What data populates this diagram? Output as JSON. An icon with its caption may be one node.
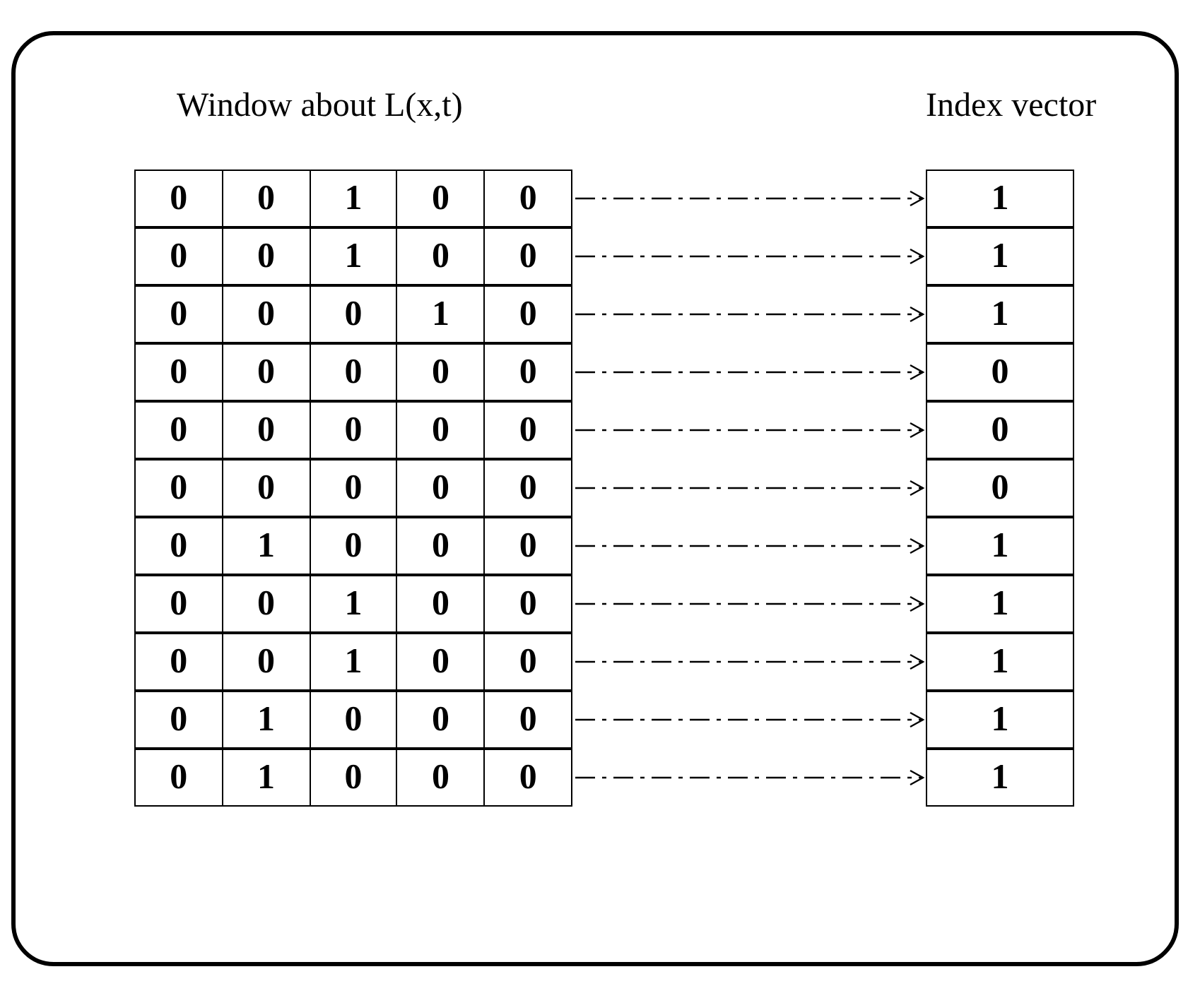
{
  "diagram": {
    "nodes": [
      {
        "text": [
          "Window about L(x,t)"
        ]
      },
      {
        "text": [
          "0",
          "0",
          "1",
          "0",
          "0"
        ],
        "in": 0
      },
      {
        "text": [
          "0",
          "0",
          "1",
          "0",
          "0"
        ],
        "in": 0
      },
      {
        "text": [
          "0",
          "0",
          "0",
          "1",
          "0"
        ],
        "in": 0
      },
      {
        "text": [
          "0",
          "0",
          "0",
          "0",
          "0"
        ],
        "in": 0
      },
      {
        "text": [
          "0",
          "0",
          "0",
          "0",
          "0"
        ],
        "in": 0
      },
      {
        "text": [
          "0",
          "0",
          "0",
          "0",
          "0"
        ],
        "in": 0
      },
      {
        "text": [
          "0",
          "1",
          "0",
          "0",
          "0"
        ],
        "in": 0
      },
      {
        "text": [
          "0",
          "0",
          "1",
          "0",
          "0"
        ],
        "in": 0
      },
      {
        "text": [
          "0",
          "0",
          "1",
          "0",
          "0"
        ],
        "in": 0
      },
      {
        "text": [
          "0",
          "1",
          "0",
          "0",
          "0"
        ],
        "in": 0
      },
      {
        "text": [
          "0",
          "1",
          "0",
          "0",
          "0"
        ],
        "in": 0
      },
      {
        "text": [
          "Index vector"
        ]
      },
      {
        "text": [
          "1"
        ],
        "in": 12
      },
      {
        "text": [
          "1"
        ],
        "in": 12
      },
      {
        "text": [
          "1"
        ],
        "in": 12
      },
      {
        "text": [
          "0"
        ],
        "in": 12
      },
      {
        "text": [
          "0"
        ],
        "in": 12
      },
      {
        "text": [
          "0"
        ],
        "in": 12
      },
      {
        "text": [
          "1"
        ],
        "in": 12
      },
      {
        "text": [
          "1"
        ],
        "in": 12
      },
      {
        "text": [
          "1"
        ],
        "in": 12
      },
      {
        "text": [
          "1"
        ],
        "in": 12
      },
      {
        "text": [
          "1"
        ],
        "in": 12
      }
    ],
    "edges": [
      {
        "from": 1,
        "to": 13,
        "arrow": "to",
        "style": "dashed"
      },
      {
        "from": 2,
        "to": 14,
        "arrow": "to",
        "style": "dashed"
      },
      {
        "from": 3,
        "to": 15,
        "arrow": "to",
        "style": "dashed"
      },
      {
        "from": 4,
        "to": 16,
        "arrow": "to",
        "style": "dashed"
      },
      {
        "from": 5,
        "to": 17,
        "arrow": "to",
        "style": "dashed"
      },
      {
        "from": 6,
        "to": 18,
        "arrow": "to",
        "style": "dashed"
      },
      {
        "from": 7,
        "to": 19,
        "arrow": "to",
        "style": "dashed"
      },
      {
        "from": 8,
        "to": 20,
        "arrow": "to",
        "style": "dashed"
      },
      {
        "from": 9,
        "to": 21,
        "arrow": "to",
        "style": "dashed"
      },
      {
        "from": 10,
        "to": 22,
        "arrow": "to",
        "style": "dashed"
      },
      {
        "from": 11,
        "to": 23,
        "arrow": "to",
        "style": "dashed"
      }
    ]
  }
}
